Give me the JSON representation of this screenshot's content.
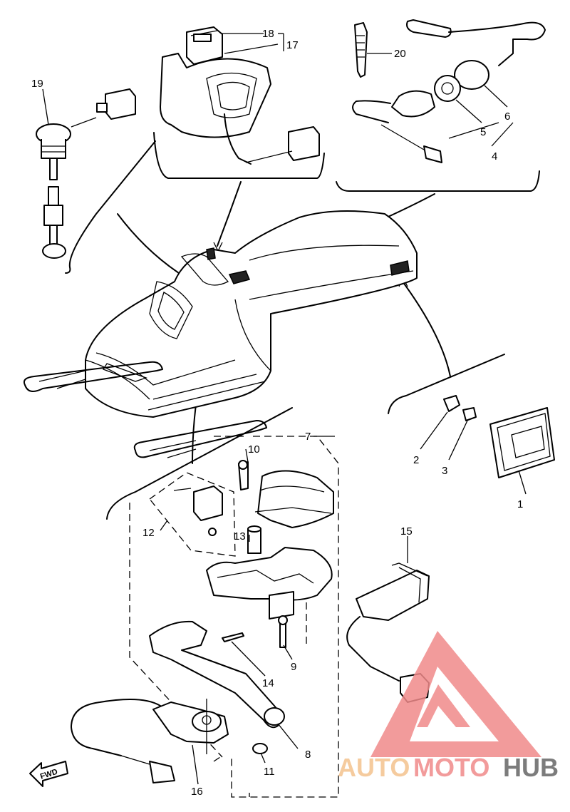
{
  "callouts": [
    "1",
    "2",
    "3",
    "4",
    "5",
    "6",
    "7",
    "8",
    "9",
    "10",
    "11",
    "12",
    "13",
    "14",
    "15",
    "16",
    "17",
    "18",
    "19",
    "20"
  ],
  "fwd_arrow_text": "FWD",
  "watermark": {
    "auto": "AUTO",
    "moto": "MOTO",
    "hub": "HUB",
    "colors": {
      "triangle": "#f08a8a",
      "auto": "#f4c38e",
      "moto": "#f08a8a",
      "hub": "#666666"
    }
  }
}
